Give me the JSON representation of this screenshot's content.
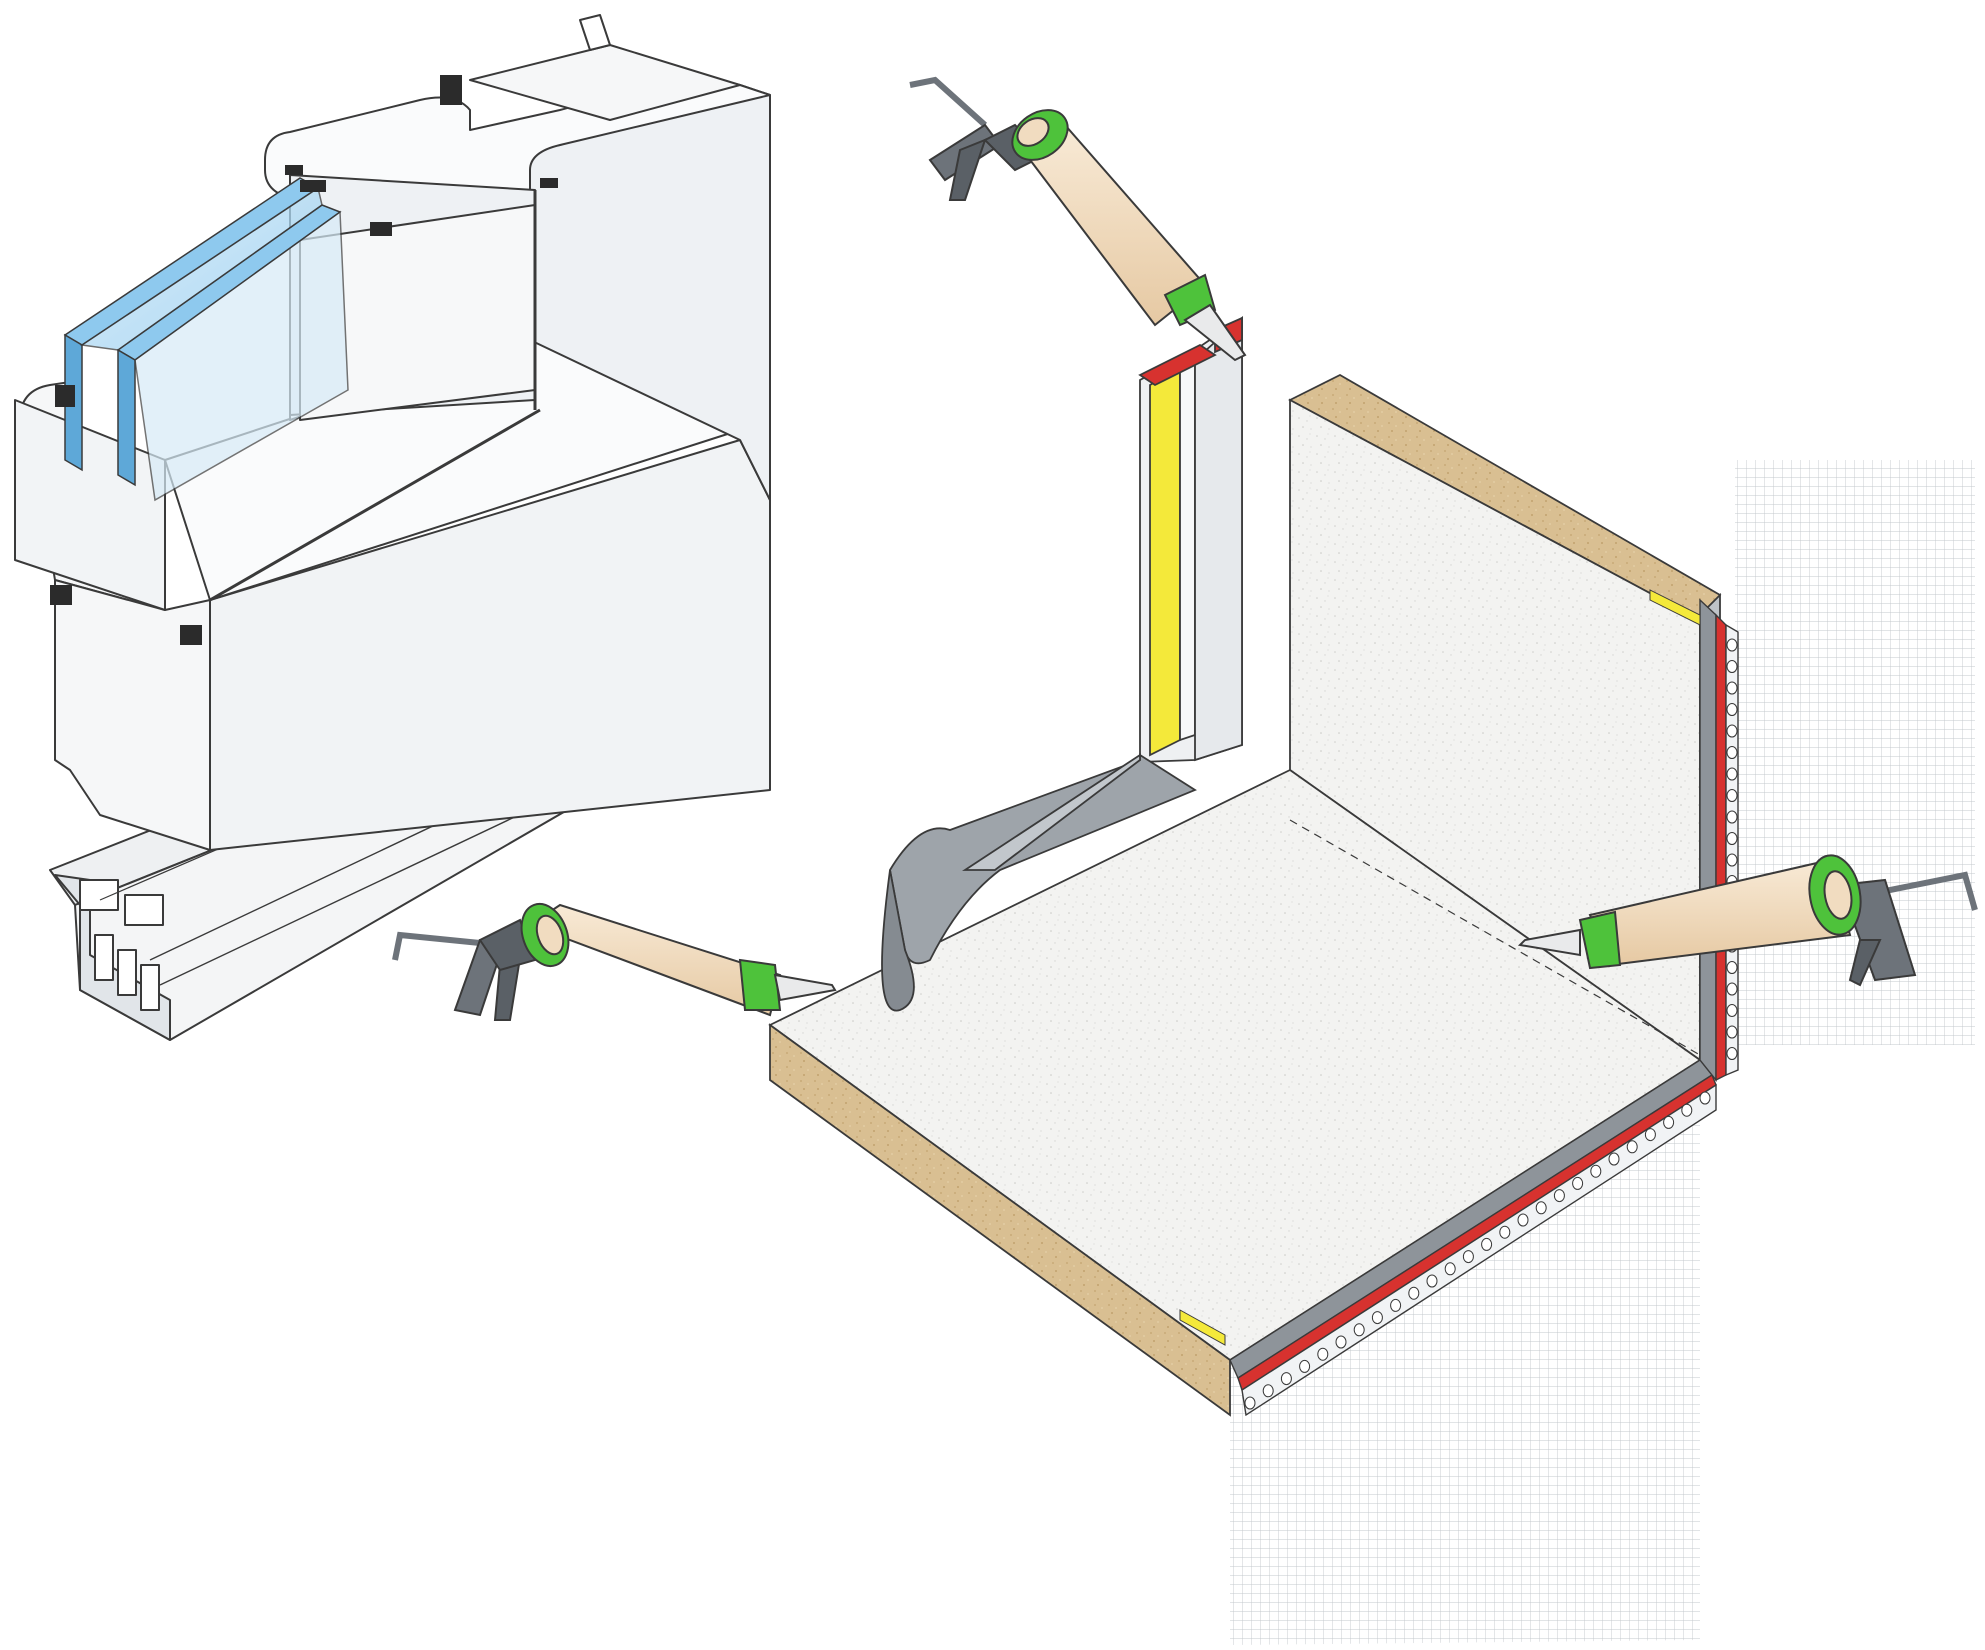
{
  "diagram": {
    "kind": "isometric-window-reveal-installation",
    "components": {
      "window_frame": "pvc-window-frame-section",
      "glazing": "double-glazing-unit",
      "sill_profile": "pvc-sill-profile",
      "reveal_board": "insulation-reveal-board",
      "corner_flashing": "corner-flashing-strip",
      "vertical_profile": "plaster-connection-profile",
      "edge_profile": "edge-bead-profile-with-mesh",
      "mesh": "reinforcement-mesh",
      "sealant_guns": [
        "caulking-gun-top",
        "caulking-gun-left",
        "caulking-gun-right"
      ]
    },
    "colors": {
      "frame": "#f6f7f8",
      "frame_shade": "#e4e8ec",
      "frame_stroke": "#3a3a3a",
      "glass": "#8ec9ee",
      "glass_dark": "#5ea8d8",
      "board_face": "#f3f3f1",
      "board_edge": "#d9bf92",
      "cartridge": "#f1dcc0",
      "cartridge_cap": "#4ec23b",
      "gun_body": "#6d737a",
      "flashing": "#9ea4aa",
      "tape_yellow": "#f4e93a",
      "seal_red": "#d7322f",
      "mesh_line": "#bfc4c8"
    }
  }
}
